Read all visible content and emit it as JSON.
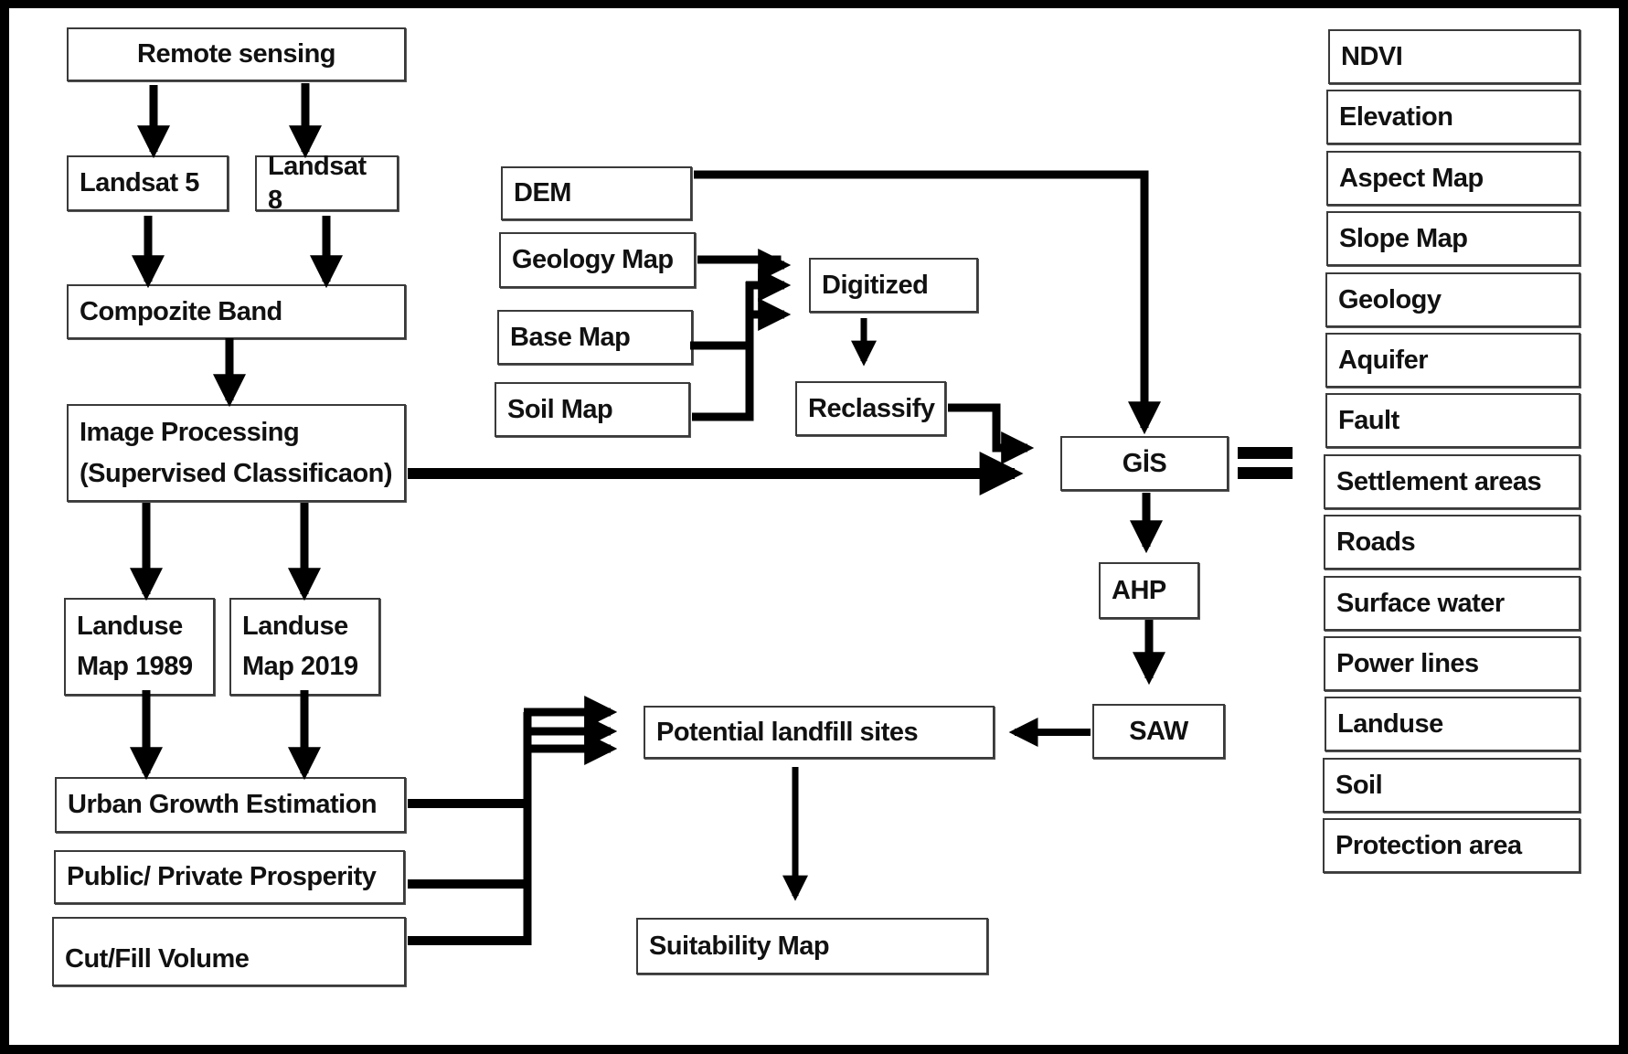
{
  "title": "Landfill site suitability methodology flowchart",
  "nodes": {
    "remote_sensing": "Remote sensing",
    "landsat5": "Landsat 5",
    "landsat8": "Landsat 8",
    "composite_band": "Compozite Band",
    "image_processing": "Image Processing\n(Supervised Classificaon)",
    "landuse_1989": "Landuse\nMap 1989",
    "landuse_2019": "Landuse\nMap 2019",
    "urban_growth": "Urban Growth Estimation",
    "public_private": "Public/ Private Prosperity",
    "cut_fill": "Cut/Fill Volume",
    "dem": "DEM",
    "geology_map": "Geology Map",
    "base_map": "Base Map",
    "soil_map": "Soil Map",
    "digitized": "Digitized",
    "reclassify": "Reclassify",
    "gis": "GİS",
    "ahp": "AHP",
    "saw": "SAW",
    "potential_landfill": "Potential landfill sites",
    "suitability_map": "Suitability Map"
  },
  "criteria": [
    "NDVI",
    "Elevation",
    "Aspect Map",
    "Slope Map",
    "Geology",
    "Aquifer",
    "Fault",
    "Settlement areas",
    "Roads",
    "Surface water",
    "Power lines",
    "Landuse",
    "Soil",
    "Protection area"
  ],
  "edges": [
    [
      "remote_sensing",
      "landsat5"
    ],
    [
      "remote_sensing",
      "landsat8"
    ],
    [
      "landsat5",
      "composite_band"
    ],
    [
      "landsat8",
      "composite_band"
    ],
    [
      "composite_band",
      "image_processing"
    ],
    [
      "image_processing",
      "landuse_1989"
    ],
    [
      "image_processing",
      "landuse_2019"
    ],
    [
      "image_processing",
      "gis"
    ],
    [
      "landuse_1989",
      "urban_growth"
    ],
    [
      "landuse_2019",
      "urban_growth"
    ],
    [
      "urban_growth",
      "potential_landfill"
    ],
    [
      "public_private",
      "potential_landfill"
    ],
    [
      "cut_fill",
      "potential_landfill"
    ],
    [
      "dem",
      "gis"
    ],
    [
      "geology_map",
      "digitized"
    ],
    [
      "base_map",
      "digitized"
    ],
    [
      "soil_map",
      "digitized"
    ],
    [
      "digitized",
      "reclassify"
    ],
    [
      "reclassify",
      "gis"
    ],
    [
      "gis",
      "ahp"
    ],
    [
      "ahp",
      "saw"
    ],
    [
      "saw",
      "potential_landfill"
    ],
    [
      "potential_landfill",
      "suitability_map"
    ]
  ],
  "gis_equals_criteria": true
}
